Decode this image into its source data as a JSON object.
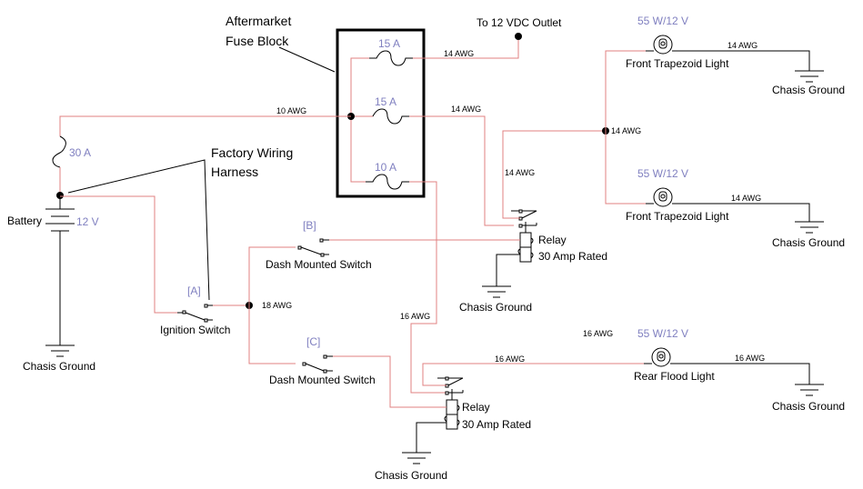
{
  "diagram": {
    "title_callouts": {
      "fuse_block": [
        "Aftermarket",
        "Fuse Block"
      ],
      "harness": [
        "Factory Wiring",
        "Harness"
      ]
    },
    "battery": {
      "label": "Battery",
      "voltage": "12 V"
    },
    "main_fuse": {
      "rating": "30 A"
    },
    "fuses": [
      {
        "rating": "15 A"
      },
      {
        "rating": "15 A"
      },
      {
        "rating": "10 A"
      }
    ],
    "outlet": {
      "label": "To 12 VDC Outlet"
    },
    "wire_gauges": {
      "main_feed": "10 AWG",
      "outlet": "14 AWG",
      "fuse2_out": "14 AWG",
      "relay1_out": "14 AWG",
      "front_junction": "14 AWG",
      "front_light1_ground": "14 AWG",
      "front_light2_ground": "14 AWG",
      "switch_bus": "18 AWG",
      "fuse3_out": "16 AWG",
      "relay2_out": "16 AWG",
      "rear_feed": "16 AWG",
      "rear_ground": "16 AWG"
    },
    "switches": [
      {
        "tag": "[A]",
        "label": "Ignition Switch"
      },
      {
        "tag": "[B]",
        "label": "Dash Mounted Switch"
      },
      {
        "tag": "[C]",
        "label": "Dash Mounted Switch"
      }
    ],
    "relays": [
      {
        "line1": "Relay",
        "line2": "30 Amp Rated"
      },
      {
        "line1": "Relay",
        "line2": "30 Amp Rated"
      }
    ],
    "lights": [
      {
        "rating": "55 W/12 V",
        "label": "Front Trapezoid Light"
      },
      {
        "rating": "55 W/12 V",
        "label": "Front Trapezoid Light"
      },
      {
        "rating": "55 W/12 V",
        "label": "Rear Flood Light"
      }
    ],
    "grounds": {
      "label": "Chasis Ground"
    }
  }
}
